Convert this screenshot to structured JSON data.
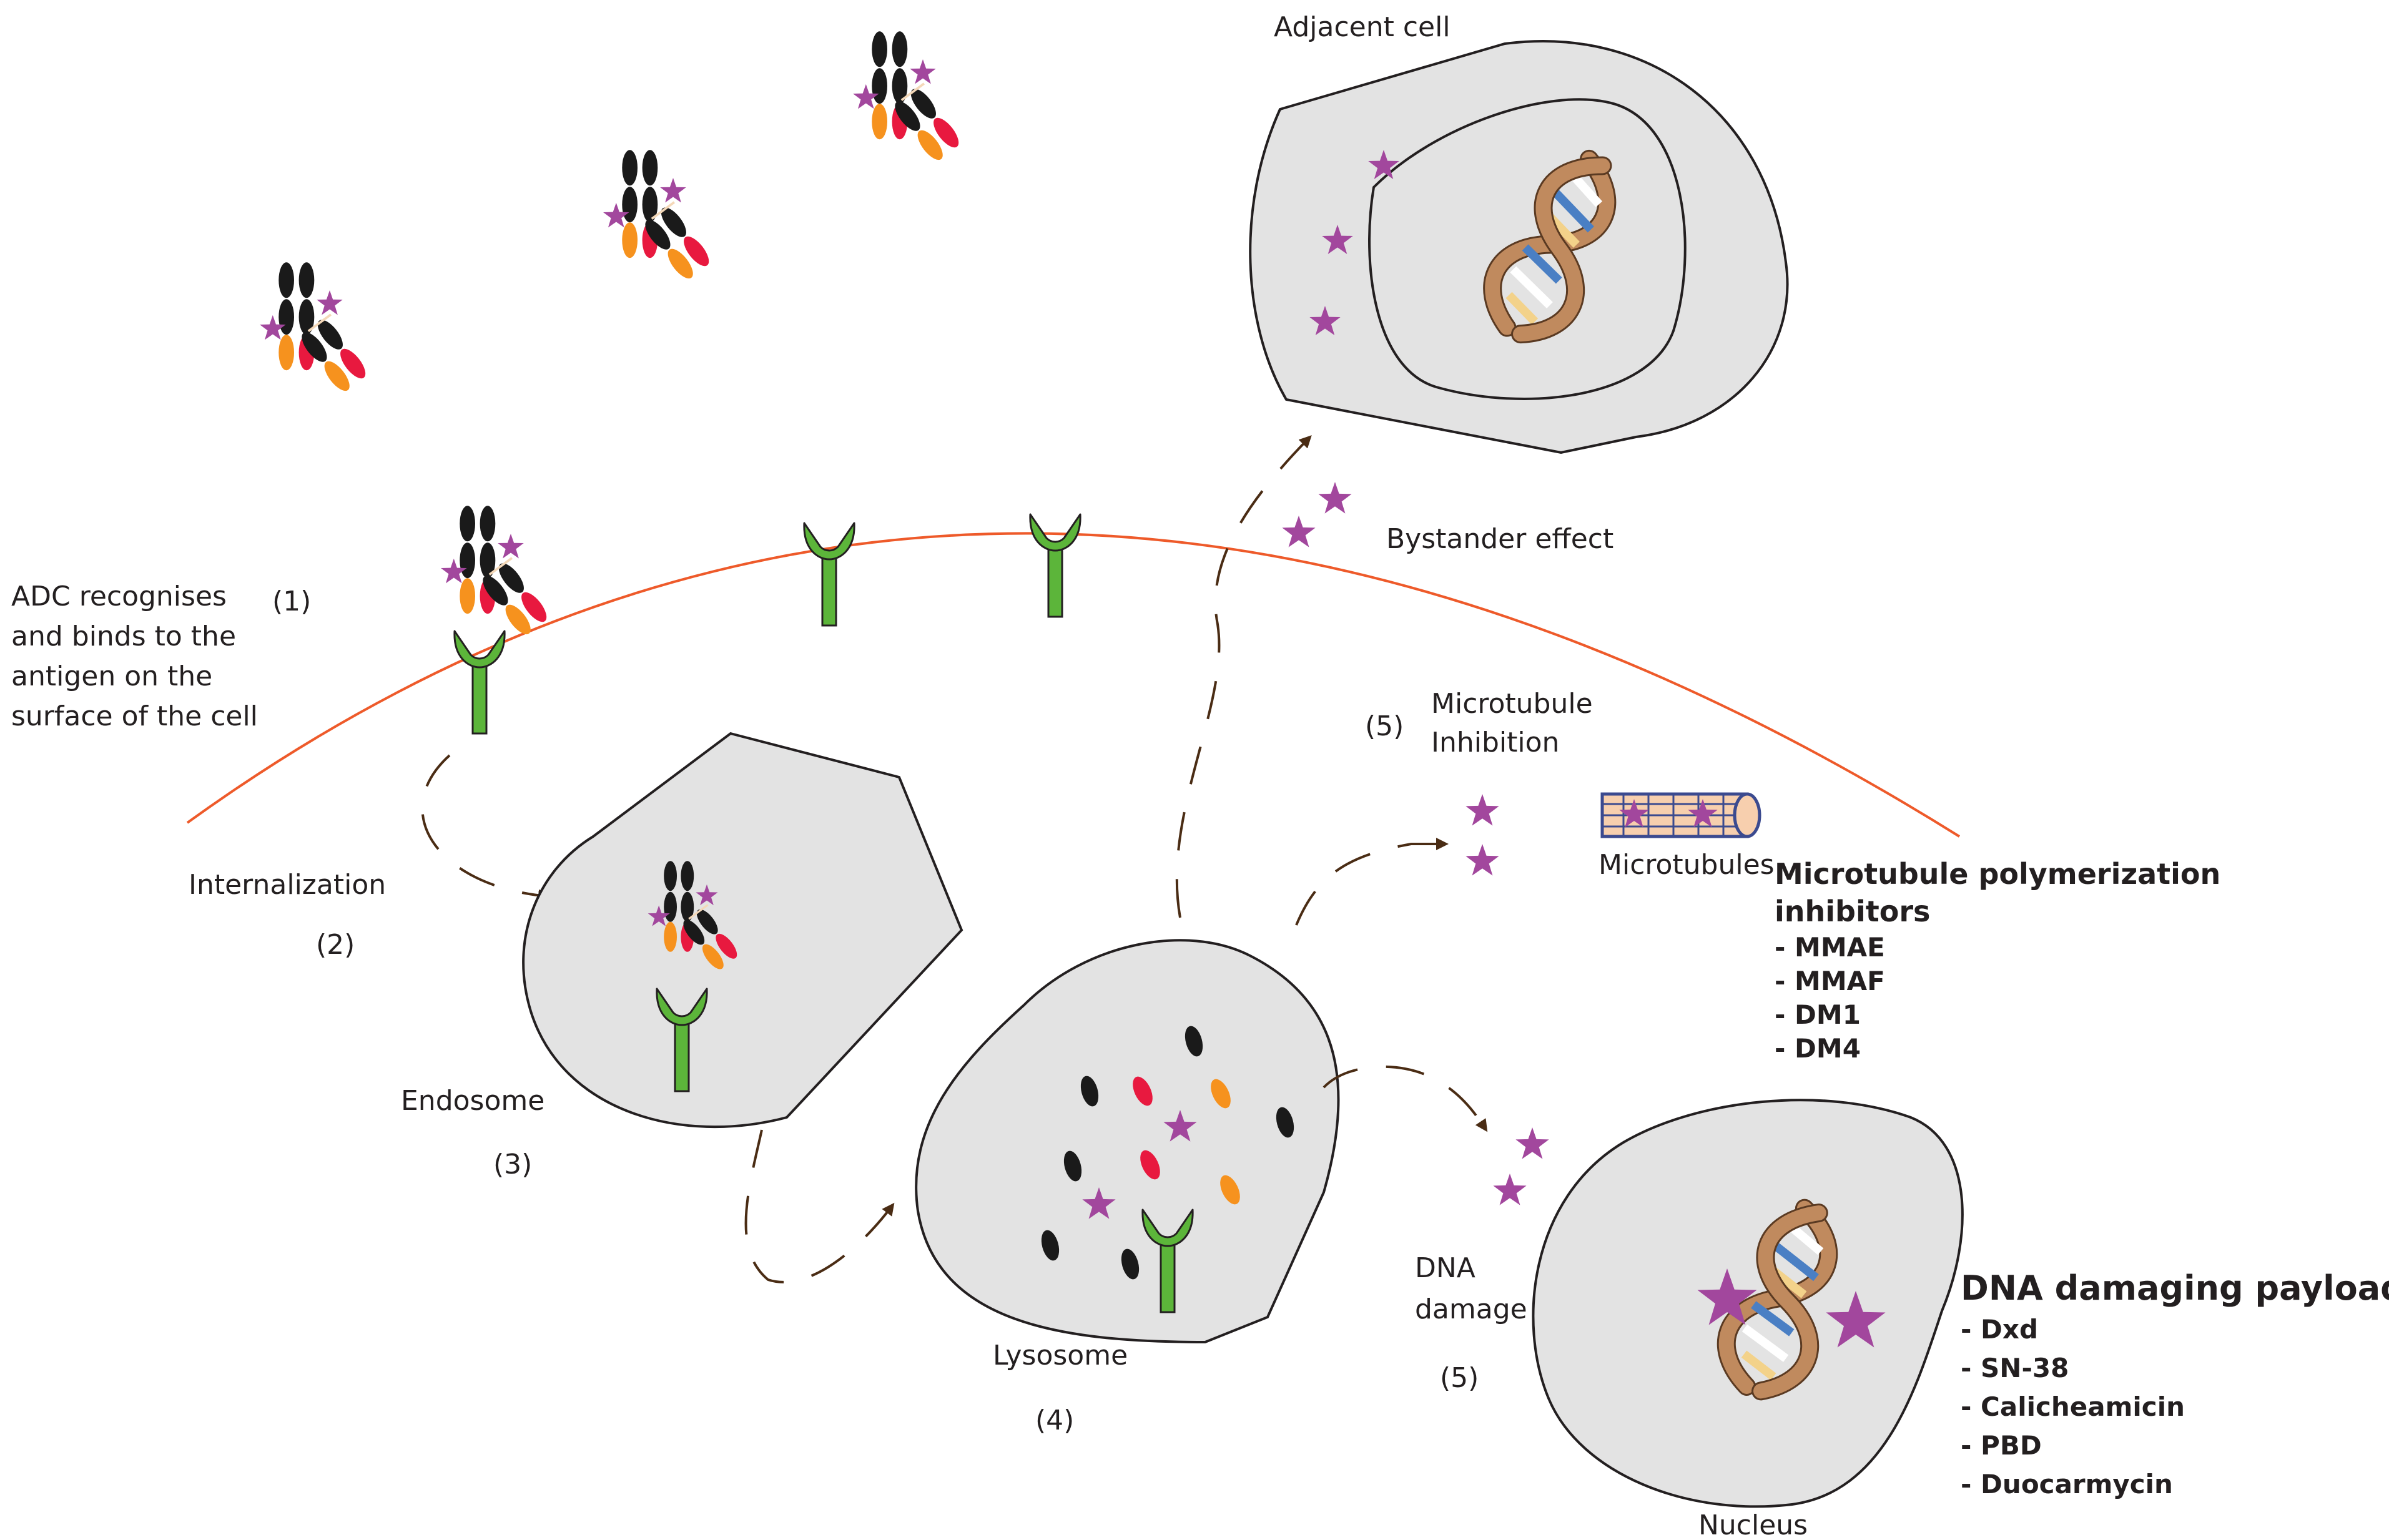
{
  "labels": {
    "adjacent_cell": "Adjacent cell",
    "bystander": "Bystander effect",
    "adc_lines": [
      "ADC recognises",
      "and binds to the",
      "antigen on the",
      "surface of the cell"
    ],
    "step1": "(1)",
    "internalization": "Internalization",
    "step2": "(2)",
    "endosome": "Endosome",
    "step3": "(3)",
    "lysosome": "Lysosome",
    "step4": "(4)",
    "mt_inhibition_lines": [
      "Microtubule",
      "Inhibition"
    ],
    "step5a": "(5)",
    "microtubules": "Microtubules",
    "dna_damage_lines": [
      "DNA",
      "damage"
    ],
    "step5b": "(5)",
    "nucleus": "Nucleus"
  },
  "microtubule_inhibitors": {
    "heading_lines": [
      "Microtubule polymerization",
      "inhibitors"
    ],
    "items": [
      "- MMAE",
      "- MMAF",
      "- DM1",
      "- DM4"
    ]
  },
  "dna_payloads": {
    "heading": "DNA damaging payloads",
    "items": [
      "- Dxd",
      "- SN-38",
      "- Calicheamicin",
      "- PBD",
      "- Duocarmycin"
    ]
  },
  "colors": {
    "membrane": "#ee5a2a",
    "antigen": "#5cb53a",
    "payload": "#a2479d",
    "antibody": "#1a1a1a",
    "fragment_red": "#e8193f",
    "fragment_orange": "#f6921e",
    "cell_fill": "#e3e3e3",
    "arrow": "#4a2c14",
    "dna_strand": "#c08a5e"
  }
}
